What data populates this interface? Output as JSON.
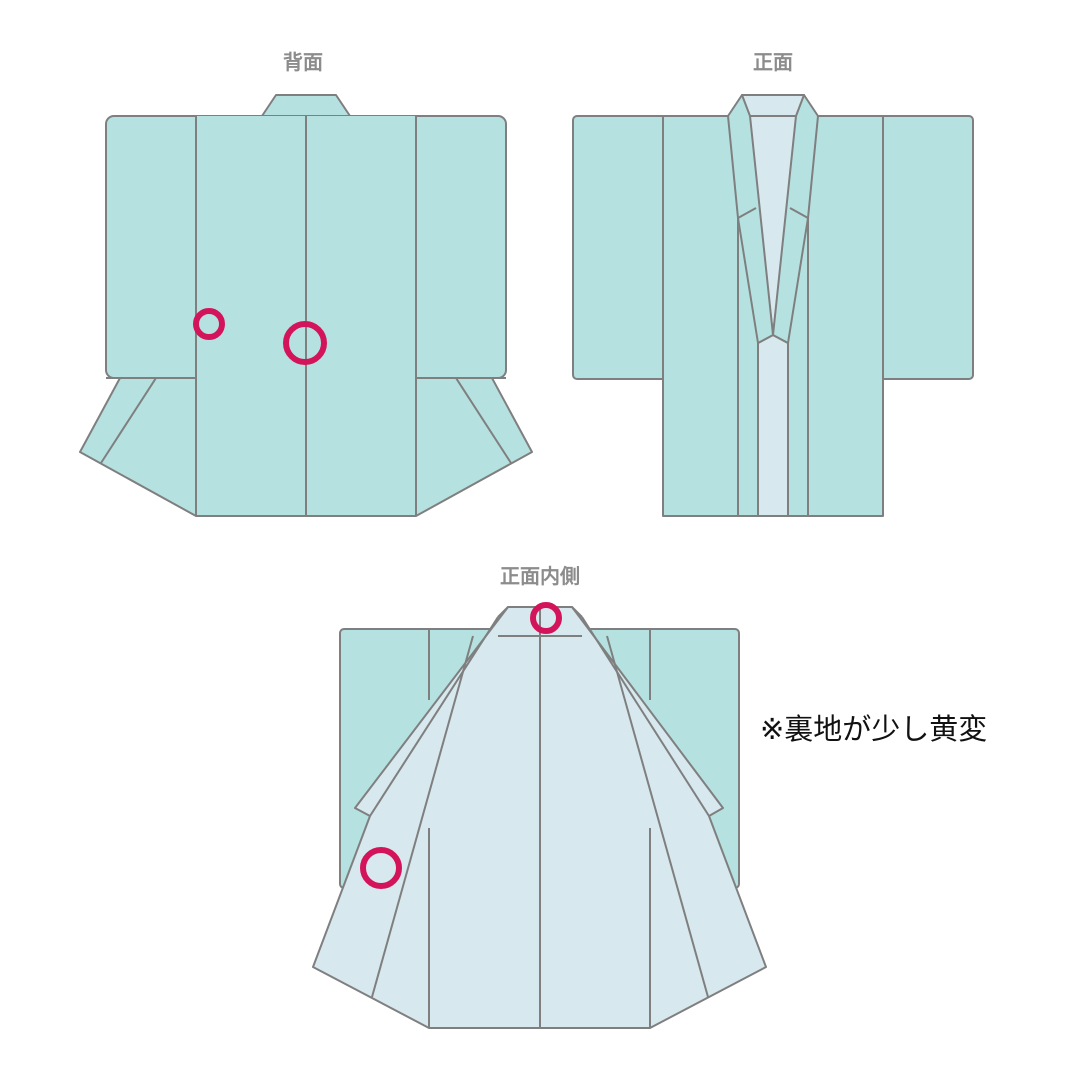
{
  "labels": {
    "back": "背面",
    "front": "正面",
    "inside": "正面内側"
  },
  "note": "※裏地が少し黄変",
  "colors": {
    "outer": "#b5e2e1",
    "lining": "#d7e8ef",
    "outline": "#7f7f7f",
    "mark": "#d4145a"
  }
}
